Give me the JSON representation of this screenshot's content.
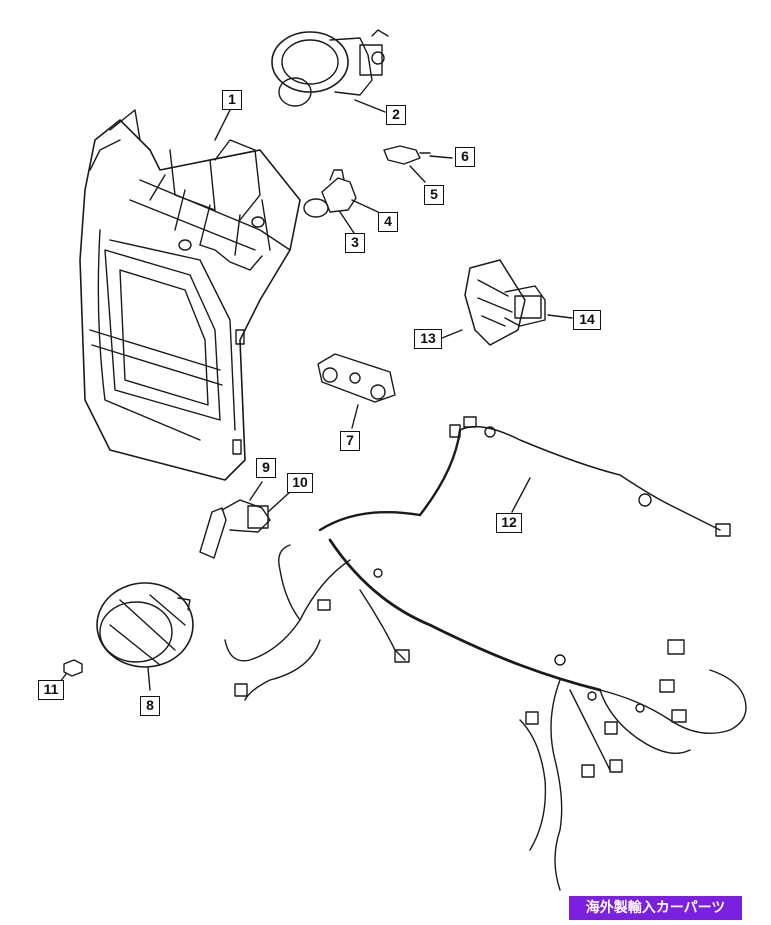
{
  "callouts": {
    "c1": "1",
    "c2": "2",
    "c3": "3",
    "c4": "4",
    "c5": "5",
    "c6": "6",
    "c7": "7",
    "c8": "8",
    "c9": "9",
    "c10": "10",
    "c11": "11",
    "c12": "12",
    "c13": "13",
    "c14": "14"
  },
  "banner": {
    "text": "海外製輸入カーパーツ"
  },
  "colors": {
    "line": "#111111",
    "banner_bg": "#7b20e0",
    "banner_text": "#ffffff"
  }
}
